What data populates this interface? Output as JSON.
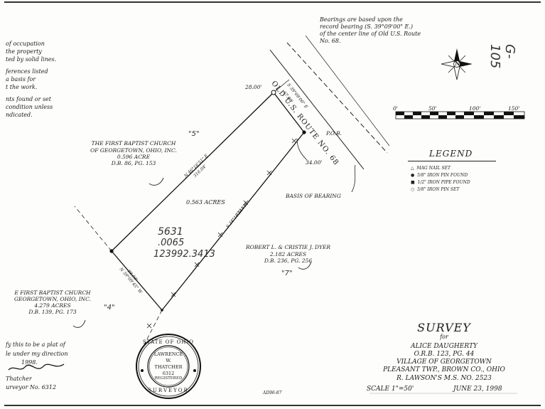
{
  "notes_left": {
    "line1": "of occupation",
    "line2": "the property",
    "line3": "ted by solid lines.",
    "line4": "ferences listed",
    "line5": "a basis for",
    "line6": "t the work.",
    "line7": "nts found or set",
    "line8": "condition unless",
    "line9": "ndicated."
  },
  "bearings_note": {
    "line1": "Bearings are based upon the",
    "line2": "record bearing (S. 39°09'00\" E.)",
    "line3": "of the center line of Old U.S. Route",
    "line4": "No. 68."
  },
  "north_arrow": {
    "letter": "N"
  },
  "scale_bar": {
    "ticks": [
      "0'",
      "50'",
      "100'",
      "150'"
    ]
  },
  "legend": {
    "title": "LEGEND",
    "items": [
      {
        "symbol": "△",
        "label": "MAG NAIL SET"
      },
      {
        "symbol": "●",
        "label": "5/8\" IRON PIN FOUND"
      },
      {
        "symbol": "■",
        "label": "1/2\" IRON PIPE FOUND"
      },
      {
        "symbol": "○",
        "label": "5/8\" IRON PIN SET"
      }
    ]
  },
  "road": {
    "label": "OLD U.S. ROUTE NO. 68"
  },
  "plat": {
    "top_dim": "28.00'",
    "top_bearing": "S 39°09'00\" E",
    "top_length": "67.00'",
    "pob": "P.O.B.",
    "right_dim": "34.00'",
    "basis": "BASIS OF BEARING",
    "nw_bearing": "N 46°16'51\" E",
    "nw_length": "316.04'",
    "se_bearing": "S 38°16'51\" W",
    "se_length": "323.61'",
    "sw_bearing": "N 39°09'45\" W",
    "sw_length": "88.98'",
    "acres": "0.563 ACRES"
  },
  "neighbors": {
    "church_north": {
      "line1": "THE FIRST BAPTIST CHURCH",
      "line2": "OF GEORGETOWN, OHIO, INC.",
      "line3": "0.596 ACRE",
      "line4": "D.B. 86, PG. 153"
    },
    "dyer": {
      "line1": "ROBERT L. & CRISTIE J. DYER",
      "line2": "2.182 ACRES",
      "line3": "D.B. 236, PG. 256"
    },
    "church_south": {
      "line1": "E FIRST BAPTIST CHURCH",
      "line2": "GEORGETOWN, OHIO, INC.",
      "line3": "4.279 ACRES",
      "line4": "D.B. 139, PG. 173"
    }
  },
  "handwriting": {
    "h1": "5631",
    "h2": ".0065",
    "h3": "123992.3413",
    "q5": "\"5\"",
    "q7": "\"7\"",
    "q4": "\"4\"",
    "margin": "G-105"
  },
  "certification": {
    "line1": "fy this to be a plat of",
    "line2": "le under my direction",
    "line3": "1998.",
    "line4": "Thatcher",
    "line5": "urveyor No. 6312"
  },
  "seal": {
    "top": "STATE OF OHIO",
    "name1": "LAWRENCE",
    "name2": "W.",
    "name3": "THATCHER",
    "number": "6312",
    "registered": "REGISTERED",
    "bottom": "SURVEYOR"
  },
  "title_block": {
    "title": "SURVEY",
    "for": "for",
    "client": "ALICE DAUGHERTY",
    "orb": "O.R.B. 123, PG. 44",
    "village": "VILLAGE OF GEORGETOWN",
    "township": "PLEASANT TWP., BROWN CO., OHIO",
    "survey_ref": "R. LAWSON'S M.S. NO. 2523",
    "scale": "SCALE 1\"=50'",
    "date": "JUNE 23, 1998"
  },
  "drawing_no": "AD96-87"
}
